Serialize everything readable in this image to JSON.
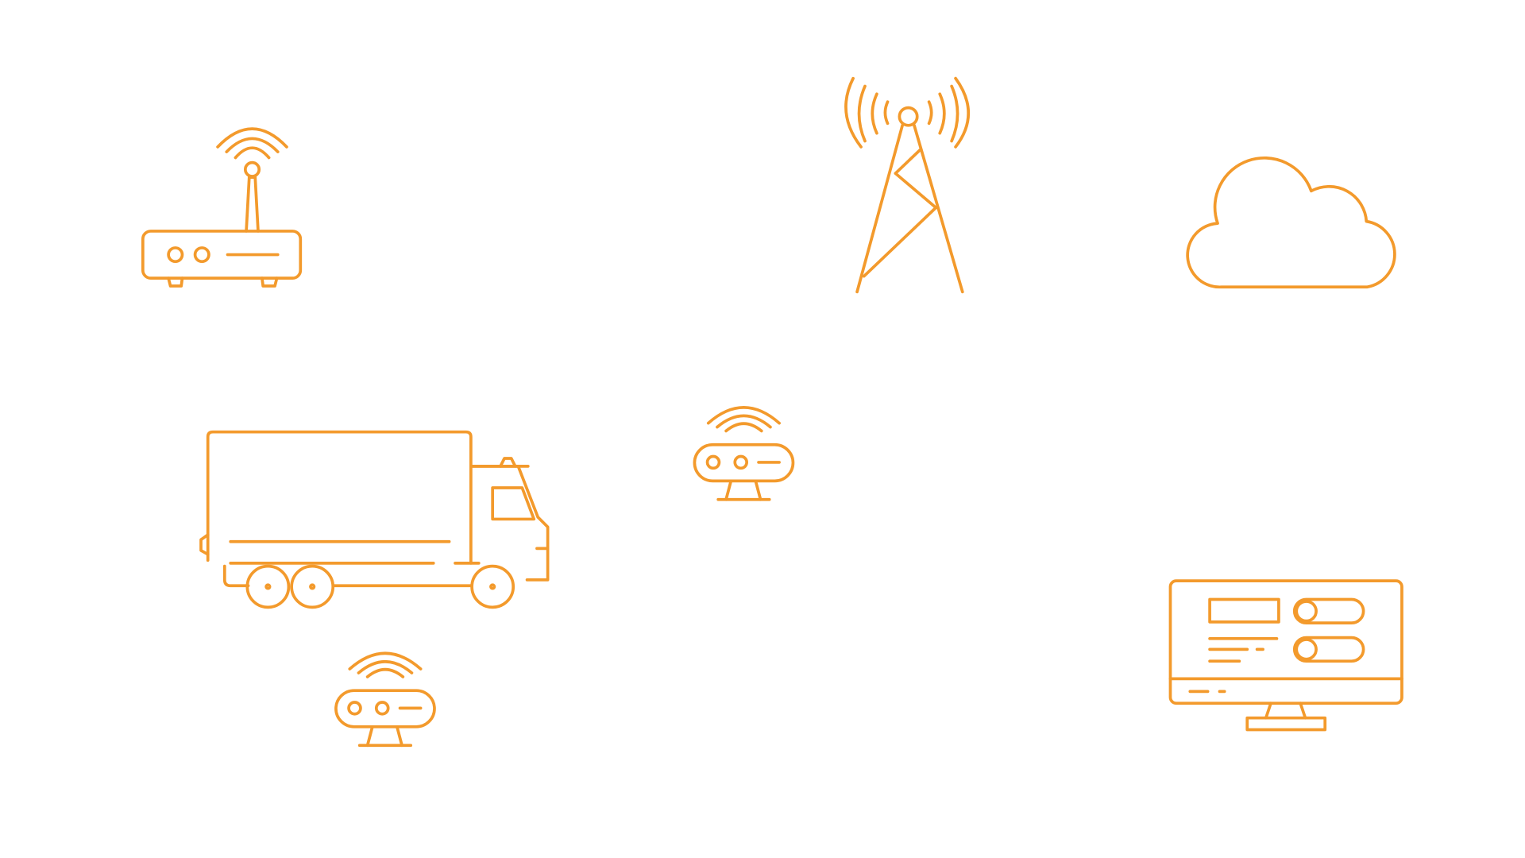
{
  "colors": {
    "icon_stroke": "#F39A2C",
    "background": "#FFFFFF"
  },
  "nodes": [
    {
      "id": "gateway",
      "icon": "router-icon"
    },
    {
      "id": "cell-tower",
      "icon": "cell-tower-icon"
    },
    {
      "id": "cloud",
      "icon": "cloud-icon"
    },
    {
      "id": "truck",
      "icon": "truck-icon"
    },
    {
      "id": "sensor-center",
      "icon": "wireless-sensor-icon"
    },
    {
      "id": "sensor-bottom",
      "icon": "wireless-sensor-icon"
    },
    {
      "id": "dashboard",
      "icon": "monitor-dashboard-icon"
    }
  ]
}
